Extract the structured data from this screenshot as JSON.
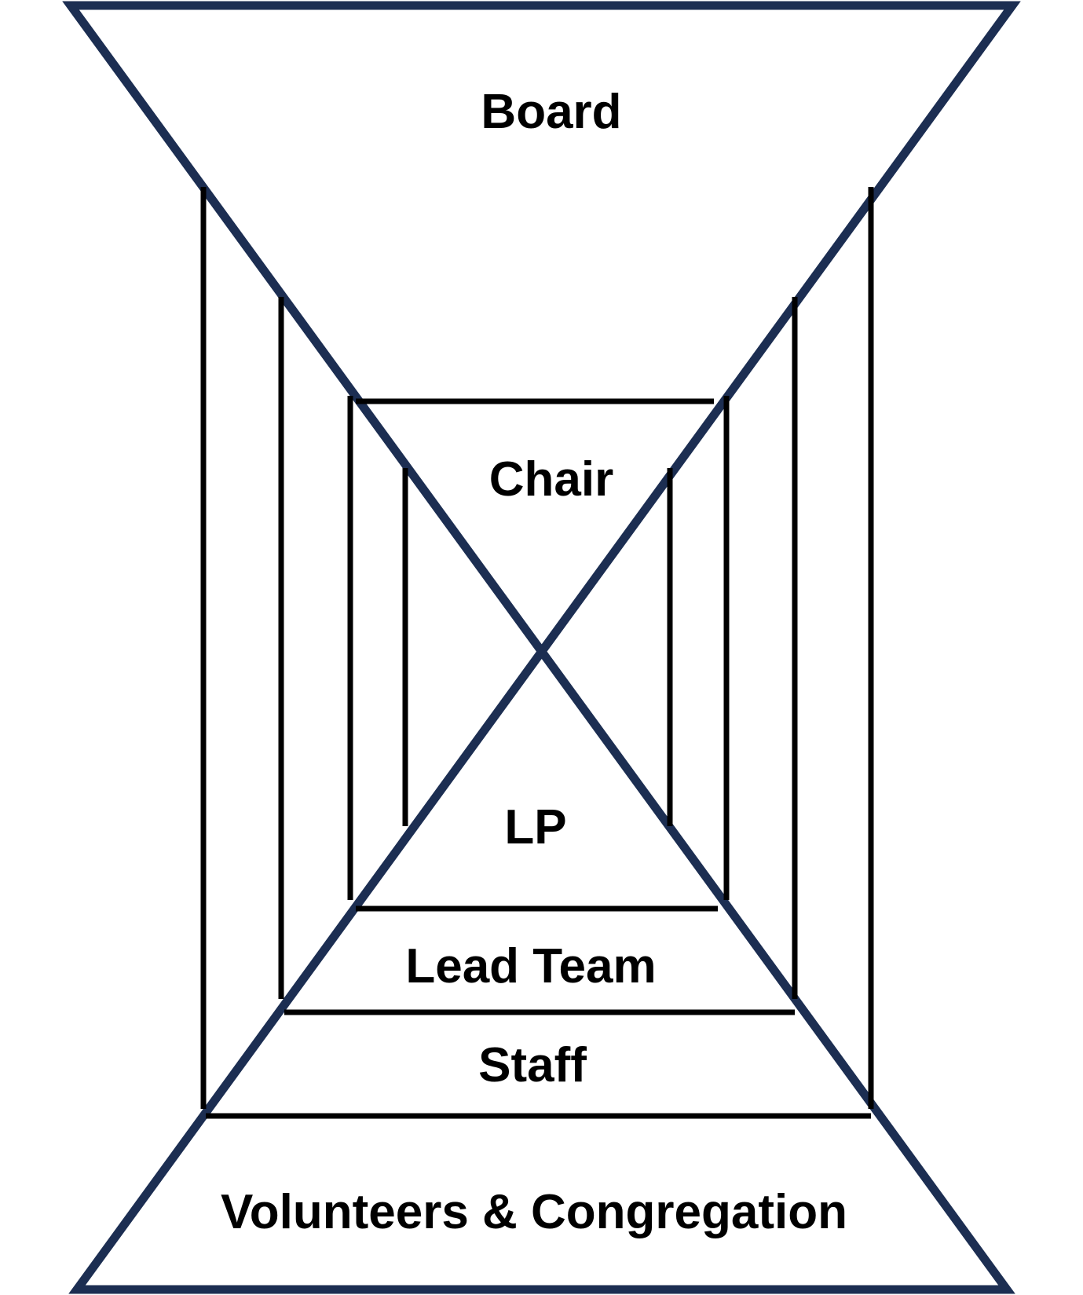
{
  "diagram": {
    "labels": {
      "board": "Board",
      "chair": "Chair",
      "lp": "LP",
      "lead_team": "Lead Team",
      "staff": "Staff",
      "volunteers": "Volunteers & Congregation"
    },
    "colors": {
      "outline": "#1c2e52",
      "lines": "#000000",
      "background": "#ffffff"
    }
  }
}
